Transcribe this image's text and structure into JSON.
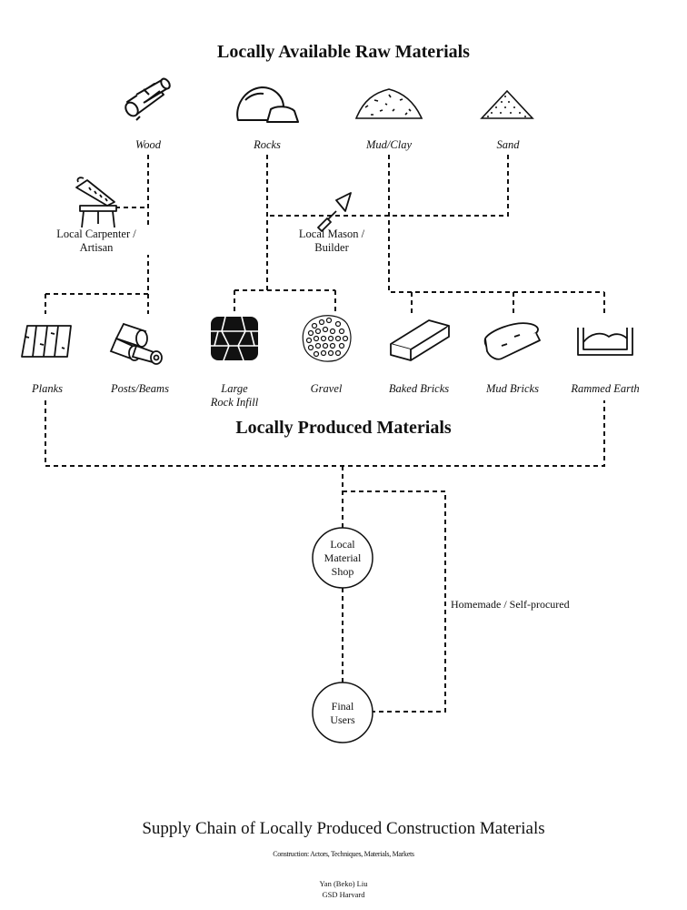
{
  "raw_heading": "Locally Available Raw Materials",
  "raw_materials": [
    {
      "label": "Wood",
      "icon": "log-icon"
    },
    {
      "label": "Rocks",
      "icon": "rocks-icon"
    },
    {
      "label": "Mud/Clay",
      "icon": "mud-pile-icon"
    },
    {
      "label": "Sand",
      "icon": "sand-pile-icon"
    }
  ],
  "actors": {
    "carpenter": {
      "line1": "Local Carpenter /",
      "line2": "Artisan",
      "icon": "saw-icon"
    },
    "mason": {
      "line1": "Local Mason /",
      "line2": "Builder",
      "icon": "trowel-icon"
    }
  },
  "produced_heading": "Locally Produced Materials",
  "produced_materials": [
    {
      "line1": "Planks",
      "line2": "",
      "icon": "planks-icon"
    },
    {
      "line1": "Posts/Beams",
      "line2": "",
      "icon": "posts-icon"
    },
    {
      "line1": "Large",
      "line2": "Rock Infill",
      "icon": "rock-infill-icon"
    },
    {
      "line1": "Gravel",
      "line2": "",
      "icon": "gravel-icon"
    },
    {
      "line1": "Baked Bricks",
      "line2": "",
      "icon": "baked-brick-icon"
    },
    {
      "line1": "Mud Bricks",
      "line2": "",
      "icon": "mud-brick-icon"
    },
    {
      "line1": "Rammed Earth",
      "line2": "",
      "icon": "rammed-earth-icon"
    }
  ],
  "nodes": {
    "shop": {
      "line1": "Local",
      "line2": "Material",
      "line3": "Shop"
    },
    "users": {
      "line1": "Final",
      "line2": "Users"
    }
  },
  "side_path_label": "Homemade / Self-procured",
  "footer": {
    "title": "Supply Chain of Locally Produced Construction Materials",
    "subtitle": "Construction: Actors, Techniques, Materials, Markets",
    "author": "Yan (Beko) Liu",
    "institution": "GSD Harvard"
  }
}
